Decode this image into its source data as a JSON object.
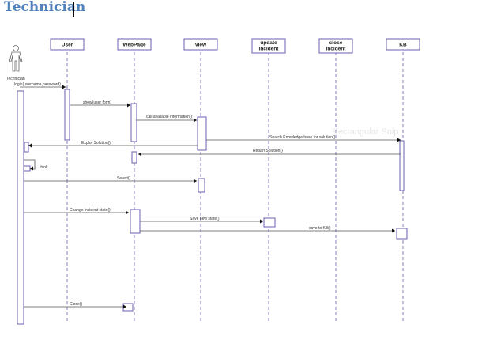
{
  "title": "Technician",
  "actor": {
    "label": "Technician"
  },
  "lifelines": [
    {
      "id": "user",
      "label": "User"
    },
    {
      "id": "webpage",
      "label": "WebPage"
    },
    {
      "id": "view",
      "label": "view"
    },
    {
      "id": "update",
      "label": "update incident"
    },
    {
      "id": "close",
      "label": "close incident"
    },
    {
      "id": "kb",
      "label": "KB"
    }
  ],
  "messages": [
    "login(username,password)",
    "show(user form)",
    "call available information()",
    "Search Knowledge base for solution()",
    "Explor Solution()",
    "Return Solution()",
    "think",
    "Select()",
    "Change incident state()",
    "Save new state()",
    "save to KB()",
    "Close()"
  ],
  "watermark": "Rectangular Snip",
  "colors": {
    "line": "#6a5fb0",
    "title": "#4f81bd"
  }
}
